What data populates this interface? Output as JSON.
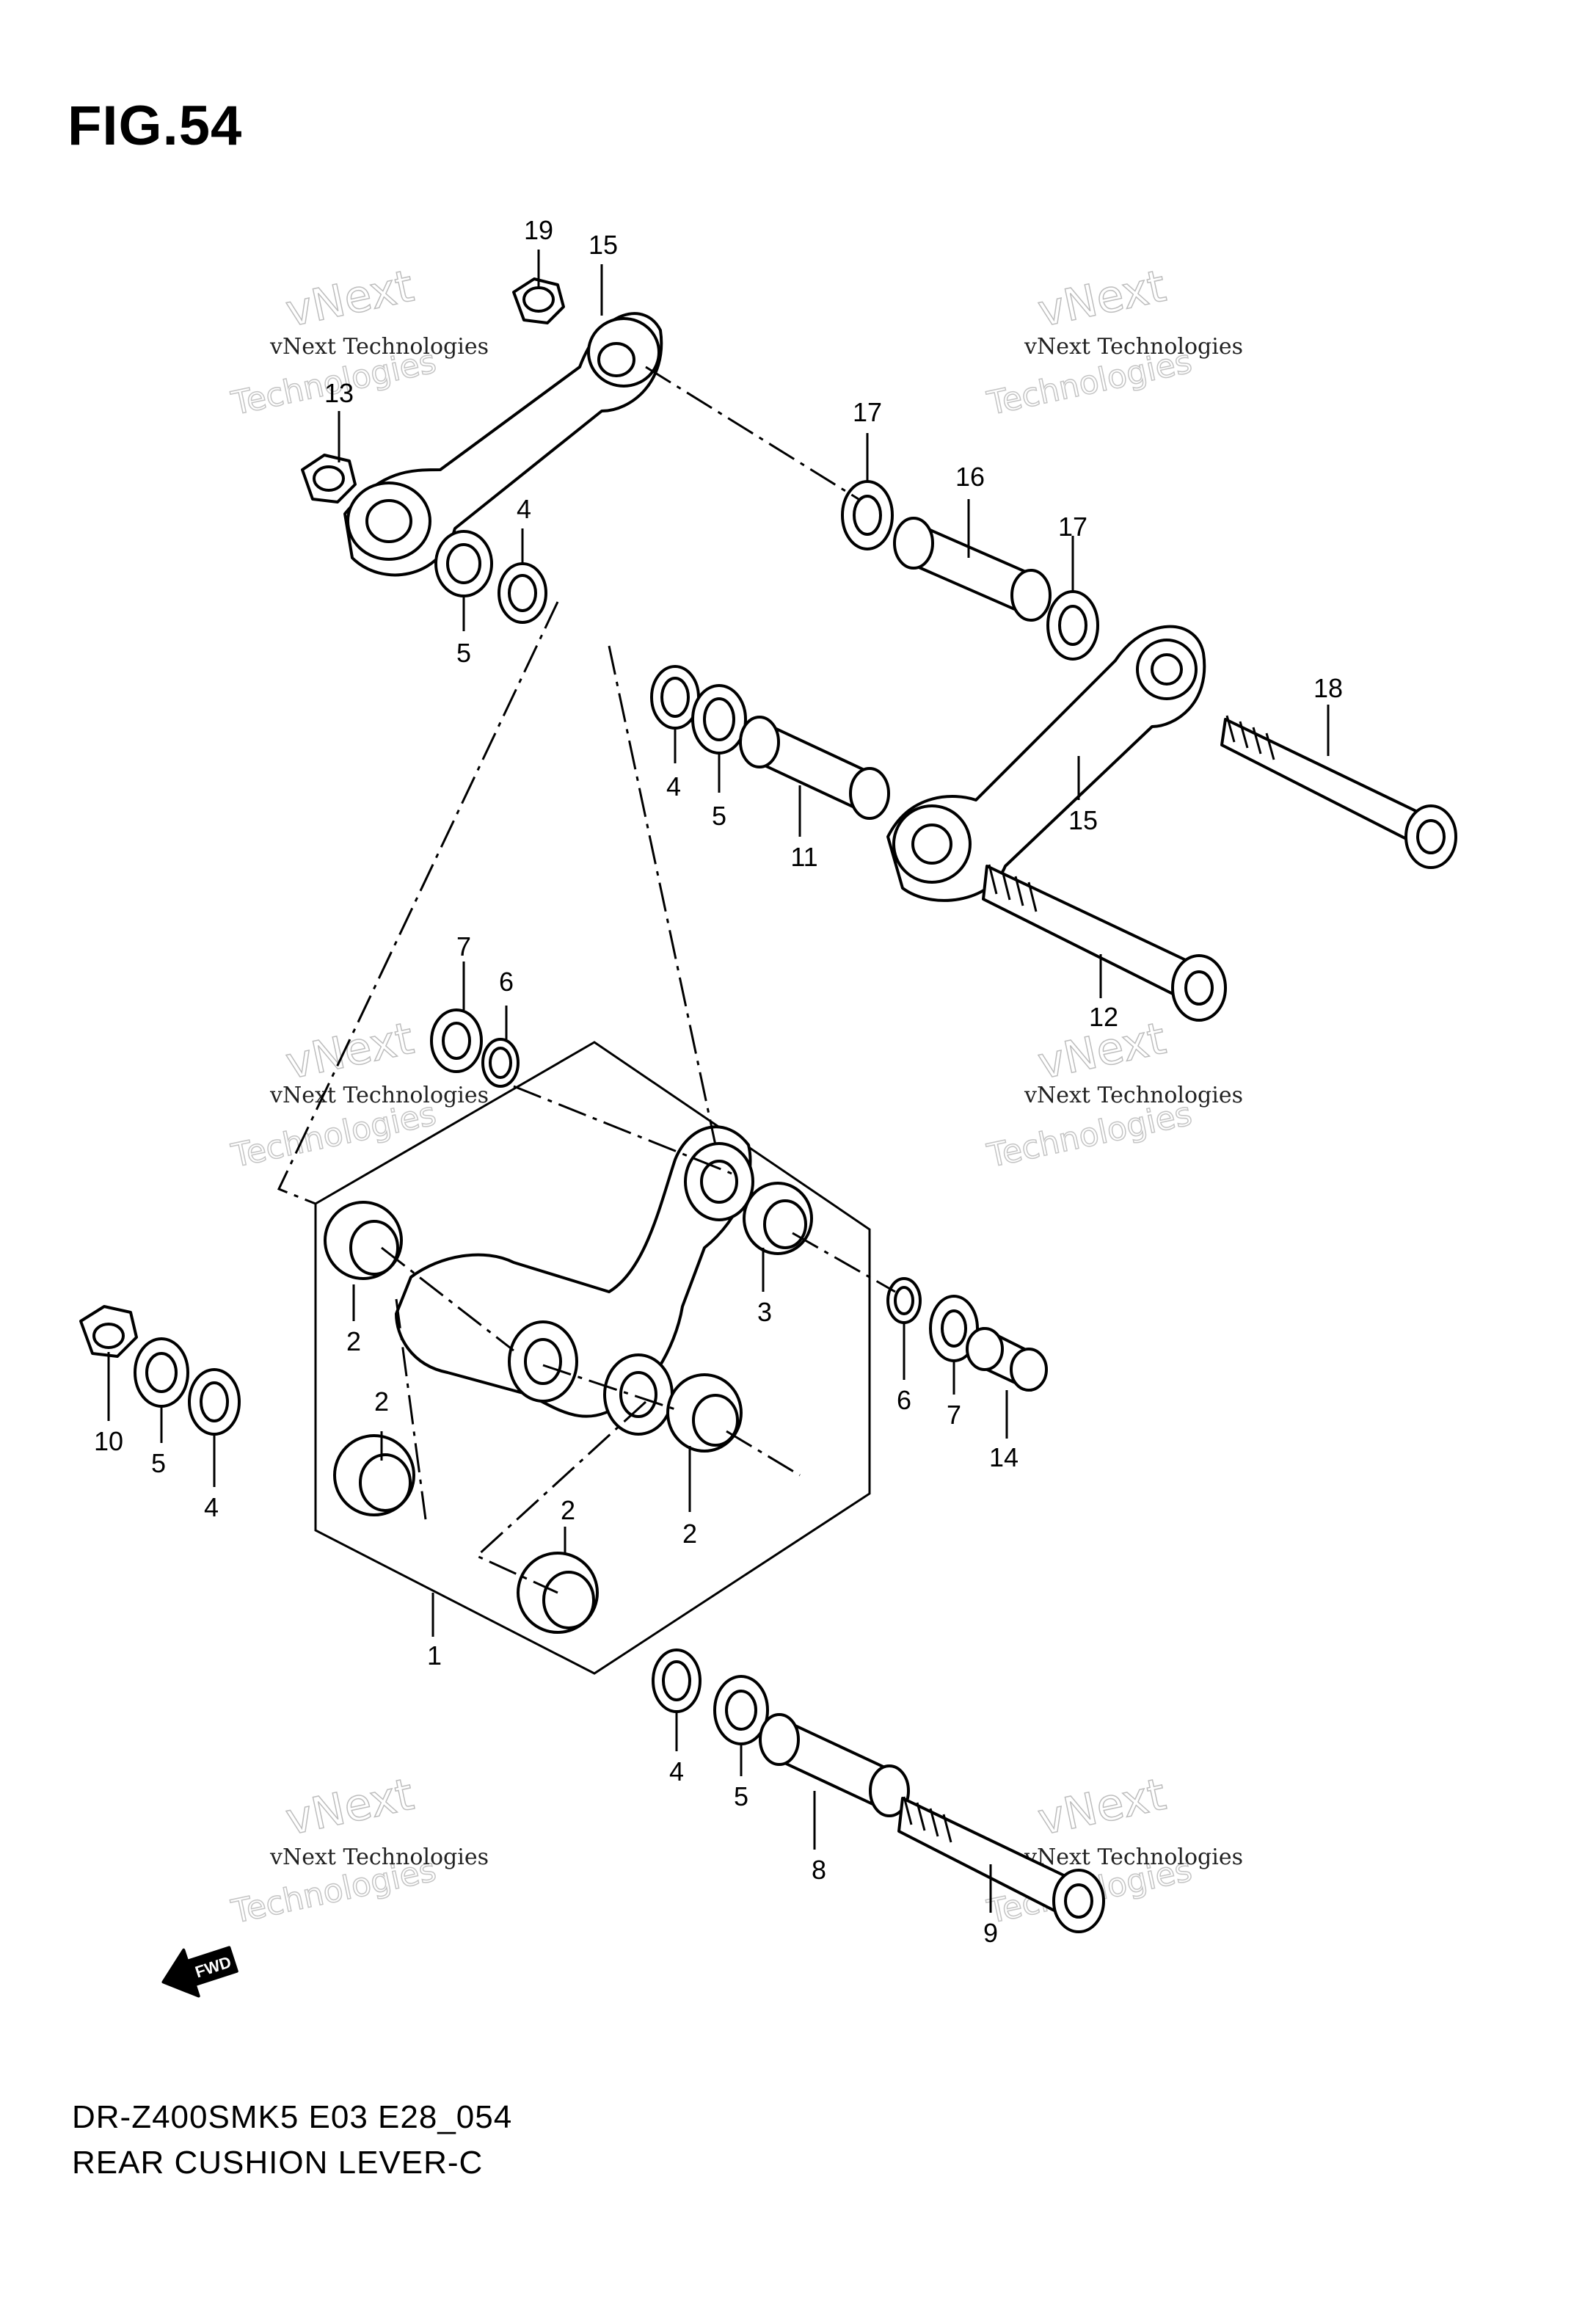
{
  "figure": {
    "title": "FIG.54",
    "code": "DR-Z400SMK5 E03 E28_054",
    "name": "REAR CUSHION LEVER-C"
  },
  "callouts": {
    "c1": "1",
    "c2a": "2",
    "c2b": "2",
    "c2c": "2",
    "c2d": "2",
    "c3": "3",
    "c4a": "4",
    "c4b": "4",
    "c4c": "4",
    "c4d": "4",
    "c5a": "5",
    "c5b": "5",
    "c5c": "5",
    "c5d": "5",
    "c6a": "6",
    "c6b": "6",
    "c7a": "7",
    "c7b": "7",
    "c8": "8",
    "c9": "9",
    "c10": "10",
    "c11": "11",
    "c12": "12",
    "c13": "13",
    "c14": "14",
    "c15a": "15",
    "c15b": "15",
    "c16": "16",
    "c17a": "17",
    "c17b": "17",
    "c18": "18",
    "c19": "19"
  },
  "watermark": {
    "company": "vNext Technologies",
    "line1": "vNext",
    "line2": "Technologies"
  },
  "fwd_label": "FWD"
}
